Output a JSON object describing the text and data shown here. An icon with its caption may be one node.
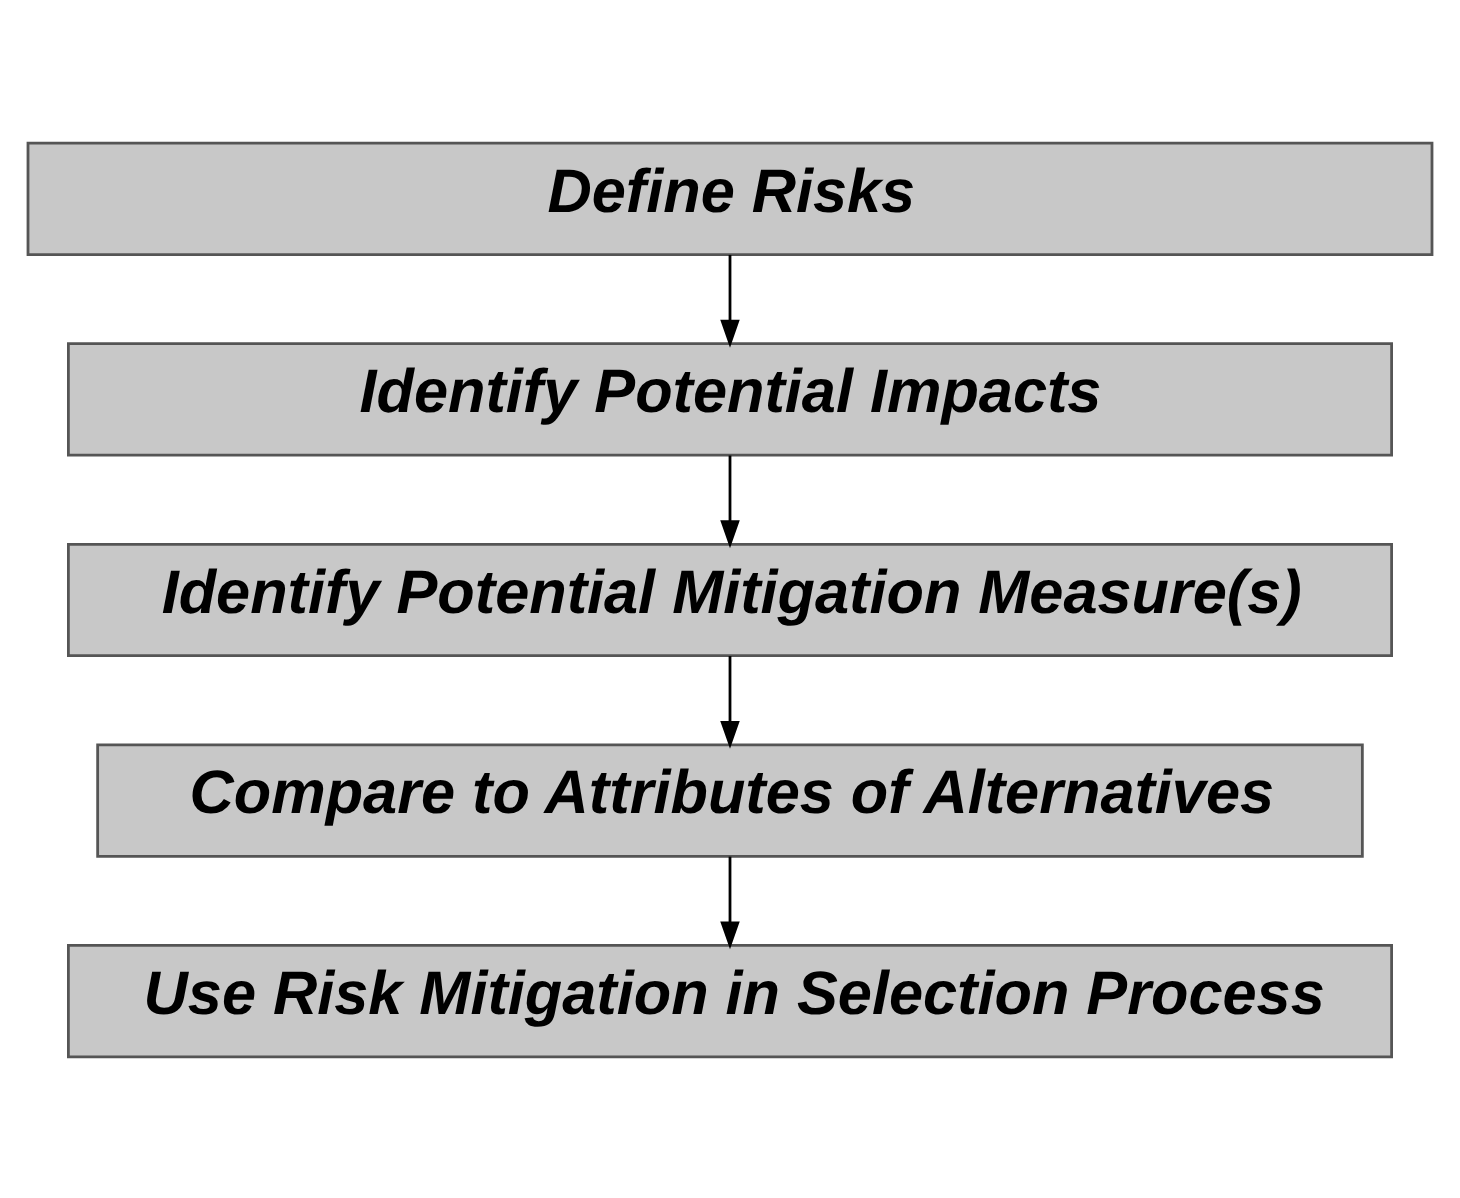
{
  "diagram": {
    "nodes": [
      {
        "text": [
          "Define Risks"
        ]
      },
      {
        "text": [
          "Identify Potential Impacts"
        ]
      },
      {
        "text": [
          "Identify Potential Mitigation Measure(s)"
        ]
      },
      {
        "text": [
          "Compare to Attributes of Alternatives"
        ]
      },
      {
        "text": [
          "Use Risk Mitigation in Selection Process"
        ]
      }
    ],
    "edges": [
      {
        "from": 0,
        "to": 1,
        "arrow": "to"
      },
      {
        "from": 1,
        "to": 2,
        "arrow": "to"
      },
      {
        "from": 2,
        "to": 3,
        "arrow": "to"
      },
      {
        "from": 3,
        "to": 4,
        "arrow": "to"
      }
    ]
  }
}
